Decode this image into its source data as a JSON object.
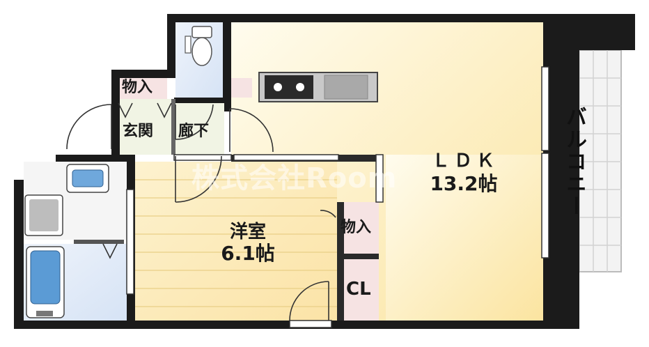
{
  "rooms": {
    "ldk": {
      "name": "ＬＤＫ",
      "size": "13.2帖"
    },
    "western": {
      "name": "洋室",
      "size": "6.1帖"
    },
    "storage_top": "物入",
    "storage_mid": "物入",
    "closet": "CL",
    "entrance": "玄関",
    "hallway": "廊下",
    "balcony": "バルコニー"
  },
  "watermark": "株式会社Room",
  "colors": {
    "wall": "#1a1a1a",
    "ldk_floor": "#fbe9a8",
    "western_floor": "#fbe7b0",
    "wet_area": "#dfe9f7",
    "storage": "#f6e3e3",
    "entrance_floor": "#f1f4e4"
  }
}
